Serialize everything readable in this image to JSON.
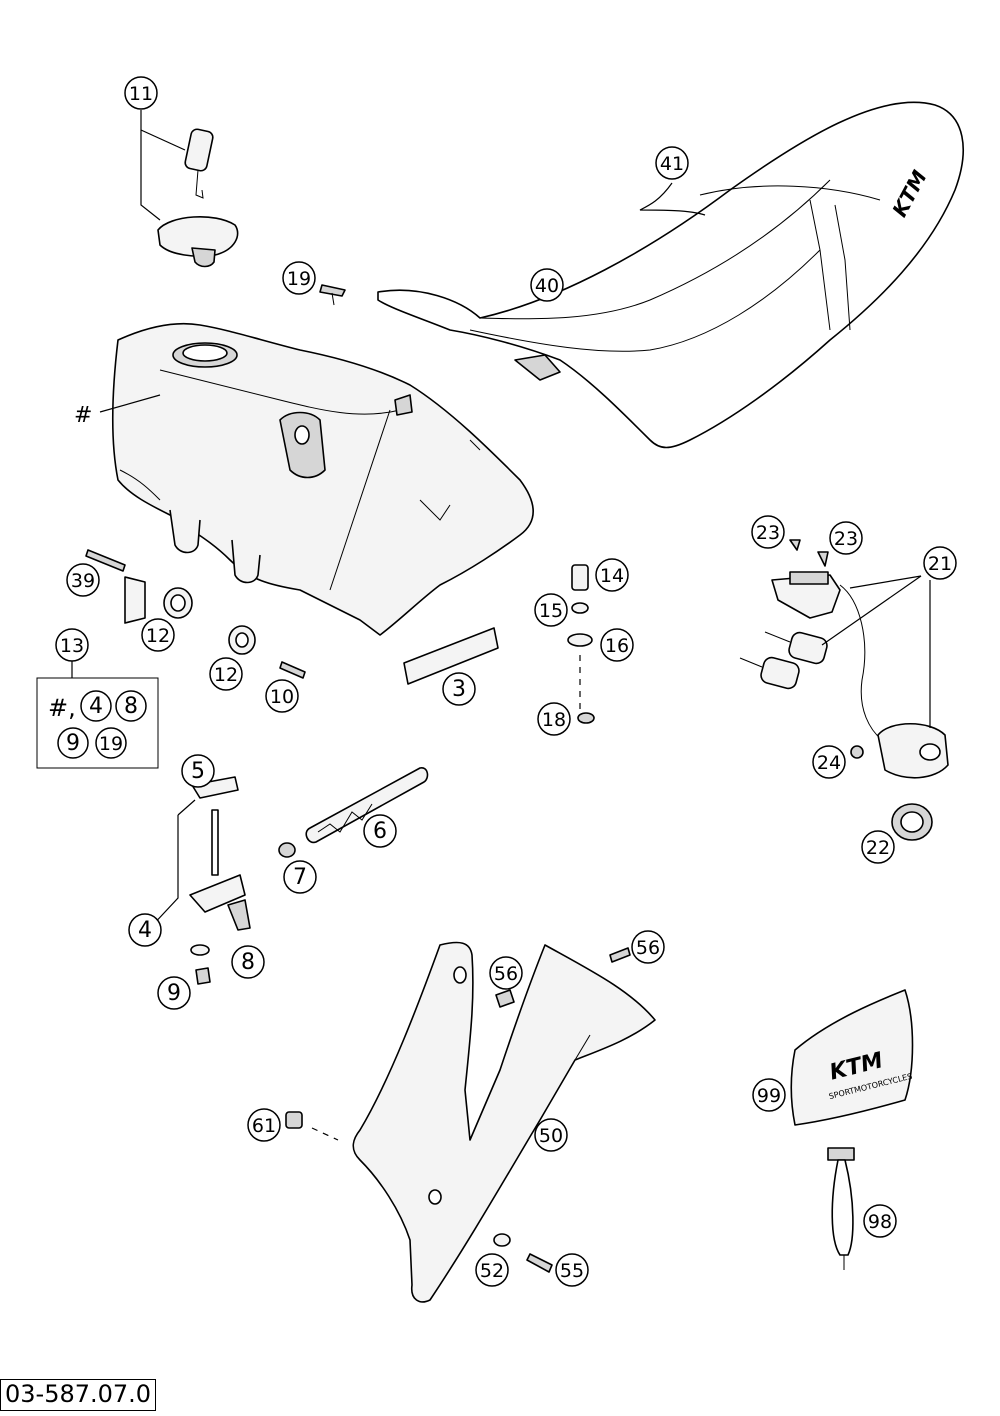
{
  "drawing_number": "03-587.07.0",
  "callouts": {
    "c11": "11",
    "c19a": "19",
    "c41": "41",
    "c40": "40",
    "hash": "#",
    "c39": "39",
    "c12a": "12",
    "c12b": "12",
    "c10": "10",
    "c3": "3",
    "c14": "14",
    "c15": "15",
    "c16": "16",
    "c18": "18",
    "c23a": "23",
    "c23b": "23",
    "c21": "21",
    "c24": "24",
    "c22": "22",
    "c13": "13",
    "c5": "5",
    "c6": "6",
    "c7": "7",
    "c4": "4",
    "c8": "8",
    "c9": "9",
    "c56a": "56",
    "c56b": "56",
    "c61": "61",
    "c50": "50",
    "c52": "52",
    "c55": "55",
    "c99": "99",
    "c98": "98"
  },
  "kit_box": {
    "title": "13",
    "row1_prefix": "#,",
    "row1": [
      "4",
      "8"
    ],
    "row2": [
      "9",
      "19"
    ]
  },
  "logos": {
    "seat": "KTM",
    "cover_brand": "KTM",
    "cover_sub": "SPORTMOTORCYCLES"
  },
  "colors": {
    "line": "#000000",
    "part_fill": "#f4f4f4",
    "shade": "#d6d6d6",
    "background": "#ffffff"
  }
}
